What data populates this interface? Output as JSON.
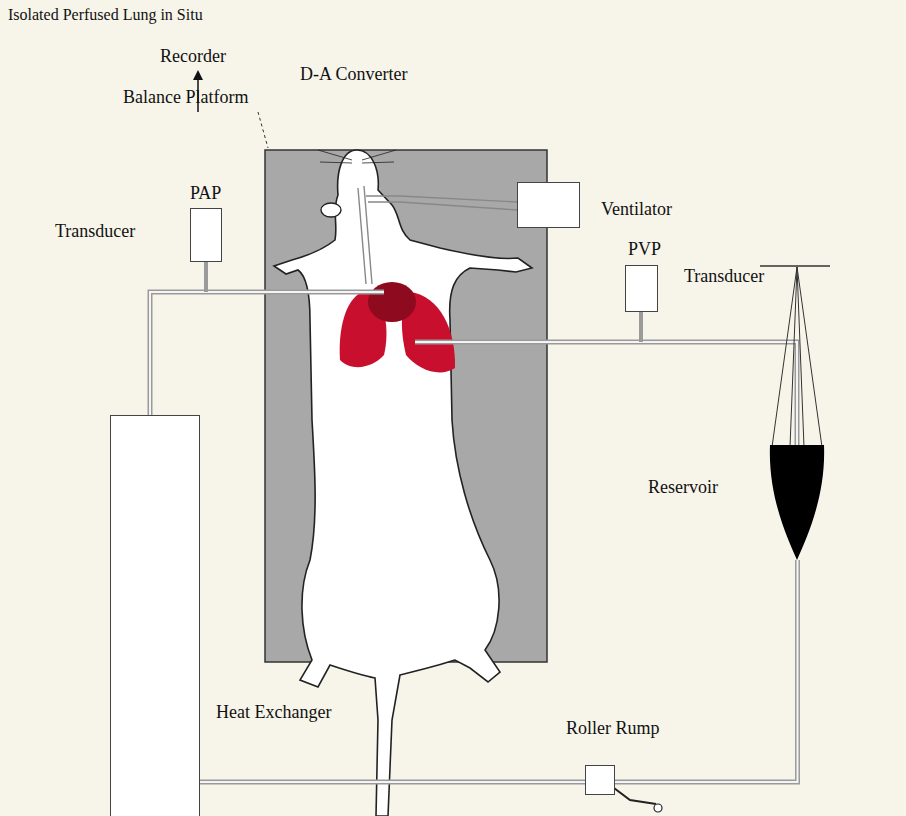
{
  "diagram": {
    "title": "Isolated Perfused Lung in Situ",
    "nodes": [
      {
        "text": [
          "PAP",
          "Transducer"
        ]
      },
      {
        "text": [
          "Ventilator"
        ]
      },
      {
        "text": [
          "PVP",
          "Transducer"
        ]
      },
      {
        "text": [
          "Reservoir"
        ]
      },
      {
        "text": [
          "Roller Rump"
        ]
      },
      {
        "text": [
          "Heat Exchanger"
        ]
      }
    ],
    "edges": [
      {
        "from": 3,
        "to": 4,
        "arrow": "none"
      },
      {
        "from": 4,
        "to": 5,
        "arrow": "none"
      }
    ],
    "labels": [
      "Recorder",
      "D-A Converter",
      "Balance Platform"
    ]
  }
}
